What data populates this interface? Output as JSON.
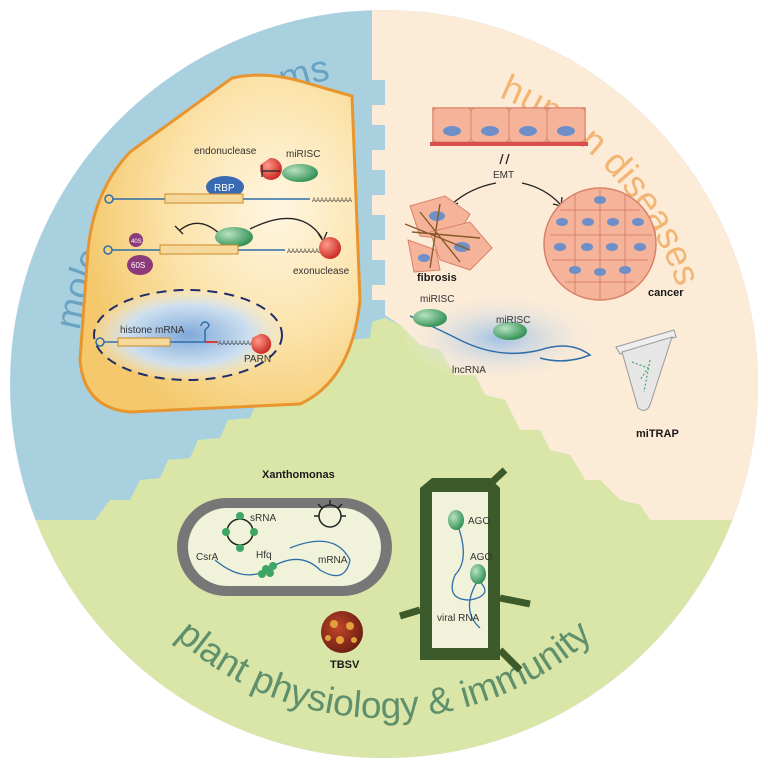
{
  "sections": {
    "molecular": {
      "title": "molecular mechanisms",
      "color": "#a9d0df",
      "labels": {
        "endonuclease": "endonuclease",
        "mirisc": "miRISC",
        "rbp": "RBP",
        "ribo_small": "40S",
        "ribo_large": "60S",
        "exonuclease": "exonuclease",
        "histone_mrna": "histone mRNA",
        "parn": "PARN",
        "poly_a": "AAAAAAAAAA"
      }
    },
    "human": {
      "title": "human diseases",
      "color": "#fcebd6",
      "labels": {
        "emt": "EMT",
        "fibrosis": "fibrosis",
        "cancer": "cancer",
        "mirisc_1": "miRISC",
        "mirisc_2": "miRISC",
        "lncrna": "lncRNA",
        "mitrap": "miTRAP"
      }
    },
    "plant": {
      "title": "plant physiology & immunity",
      "color": "#d9e6a8",
      "labels": {
        "xanthomonas": "Xanthomonas",
        "srna": "sRNA",
        "csra": "CsrA",
        "hfq": "Hfq",
        "mrna": "mRNA",
        "tbsv": "TBSV",
        "ago_1": "AGO",
        "ago_2": "AGO",
        "viral_rna": "viral RNA"
      }
    }
  },
  "colors": {
    "molecular_title": "#6aa2c2",
    "human_title": "#f2b574",
    "plant_title": "#5f8f6b",
    "cell_fill": "#f6cf7b",
    "cell_border": "#e8952e",
    "mirisc_green": "#3fa564",
    "rbp_blue": "#3a6ab2",
    "nuclease_red": "#d93a3a"
  }
}
